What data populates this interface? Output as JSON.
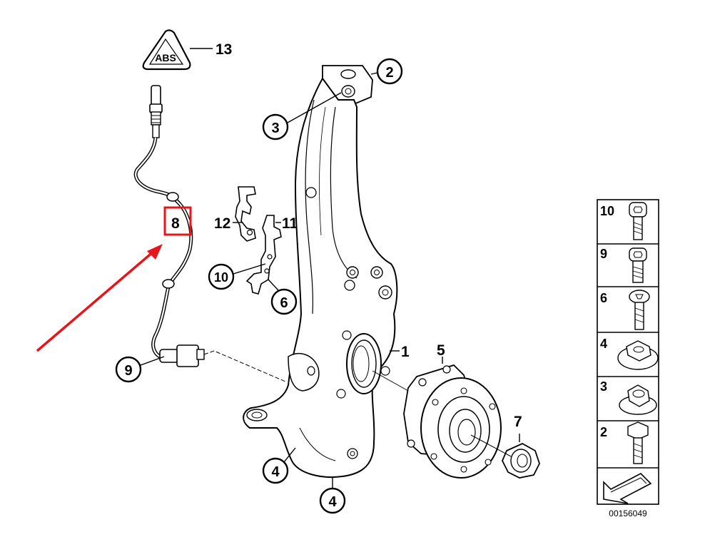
{
  "callouts": {
    "c1": "1",
    "c2": "2",
    "c3": "3",
    "c4a": "4",
    "c4b": "4",
    "c5": "5",
    "c6": "6",
    "c7": "7",
    "c8": "8",
    "c9": "9",
    "c10": "10",
    "c11": "11",
    "c12": "12",
    "c13": "13"
  },
  "warning_label": {
    "symbol_text": "ABS"
  },
  "legend": {
    "items": [
      "10",
      "9",
      "6",
      "4",
      "3",
      "2"
    ],
    "catalog_number": "00156049"
  },
  "highlight": {
    "color": "#e8141c",
    "target_part": "8"
  }
}
